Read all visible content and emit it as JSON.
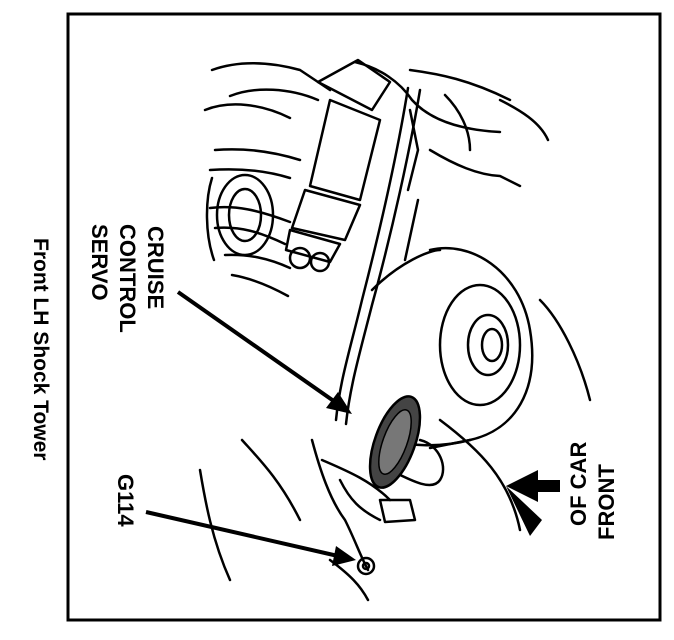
{
  "figure": {
    "caption": "Front LH Shock Tower",
    "labels": {
      "servo_line1": "CRUISE",
      "servo_line2": "CONTROL",
      "servo_line3": "SERVO",
      "ground": "G114",
      "front_line1": "FRONT",
      "front_line2": "OF CAR"
    }
  }
}
